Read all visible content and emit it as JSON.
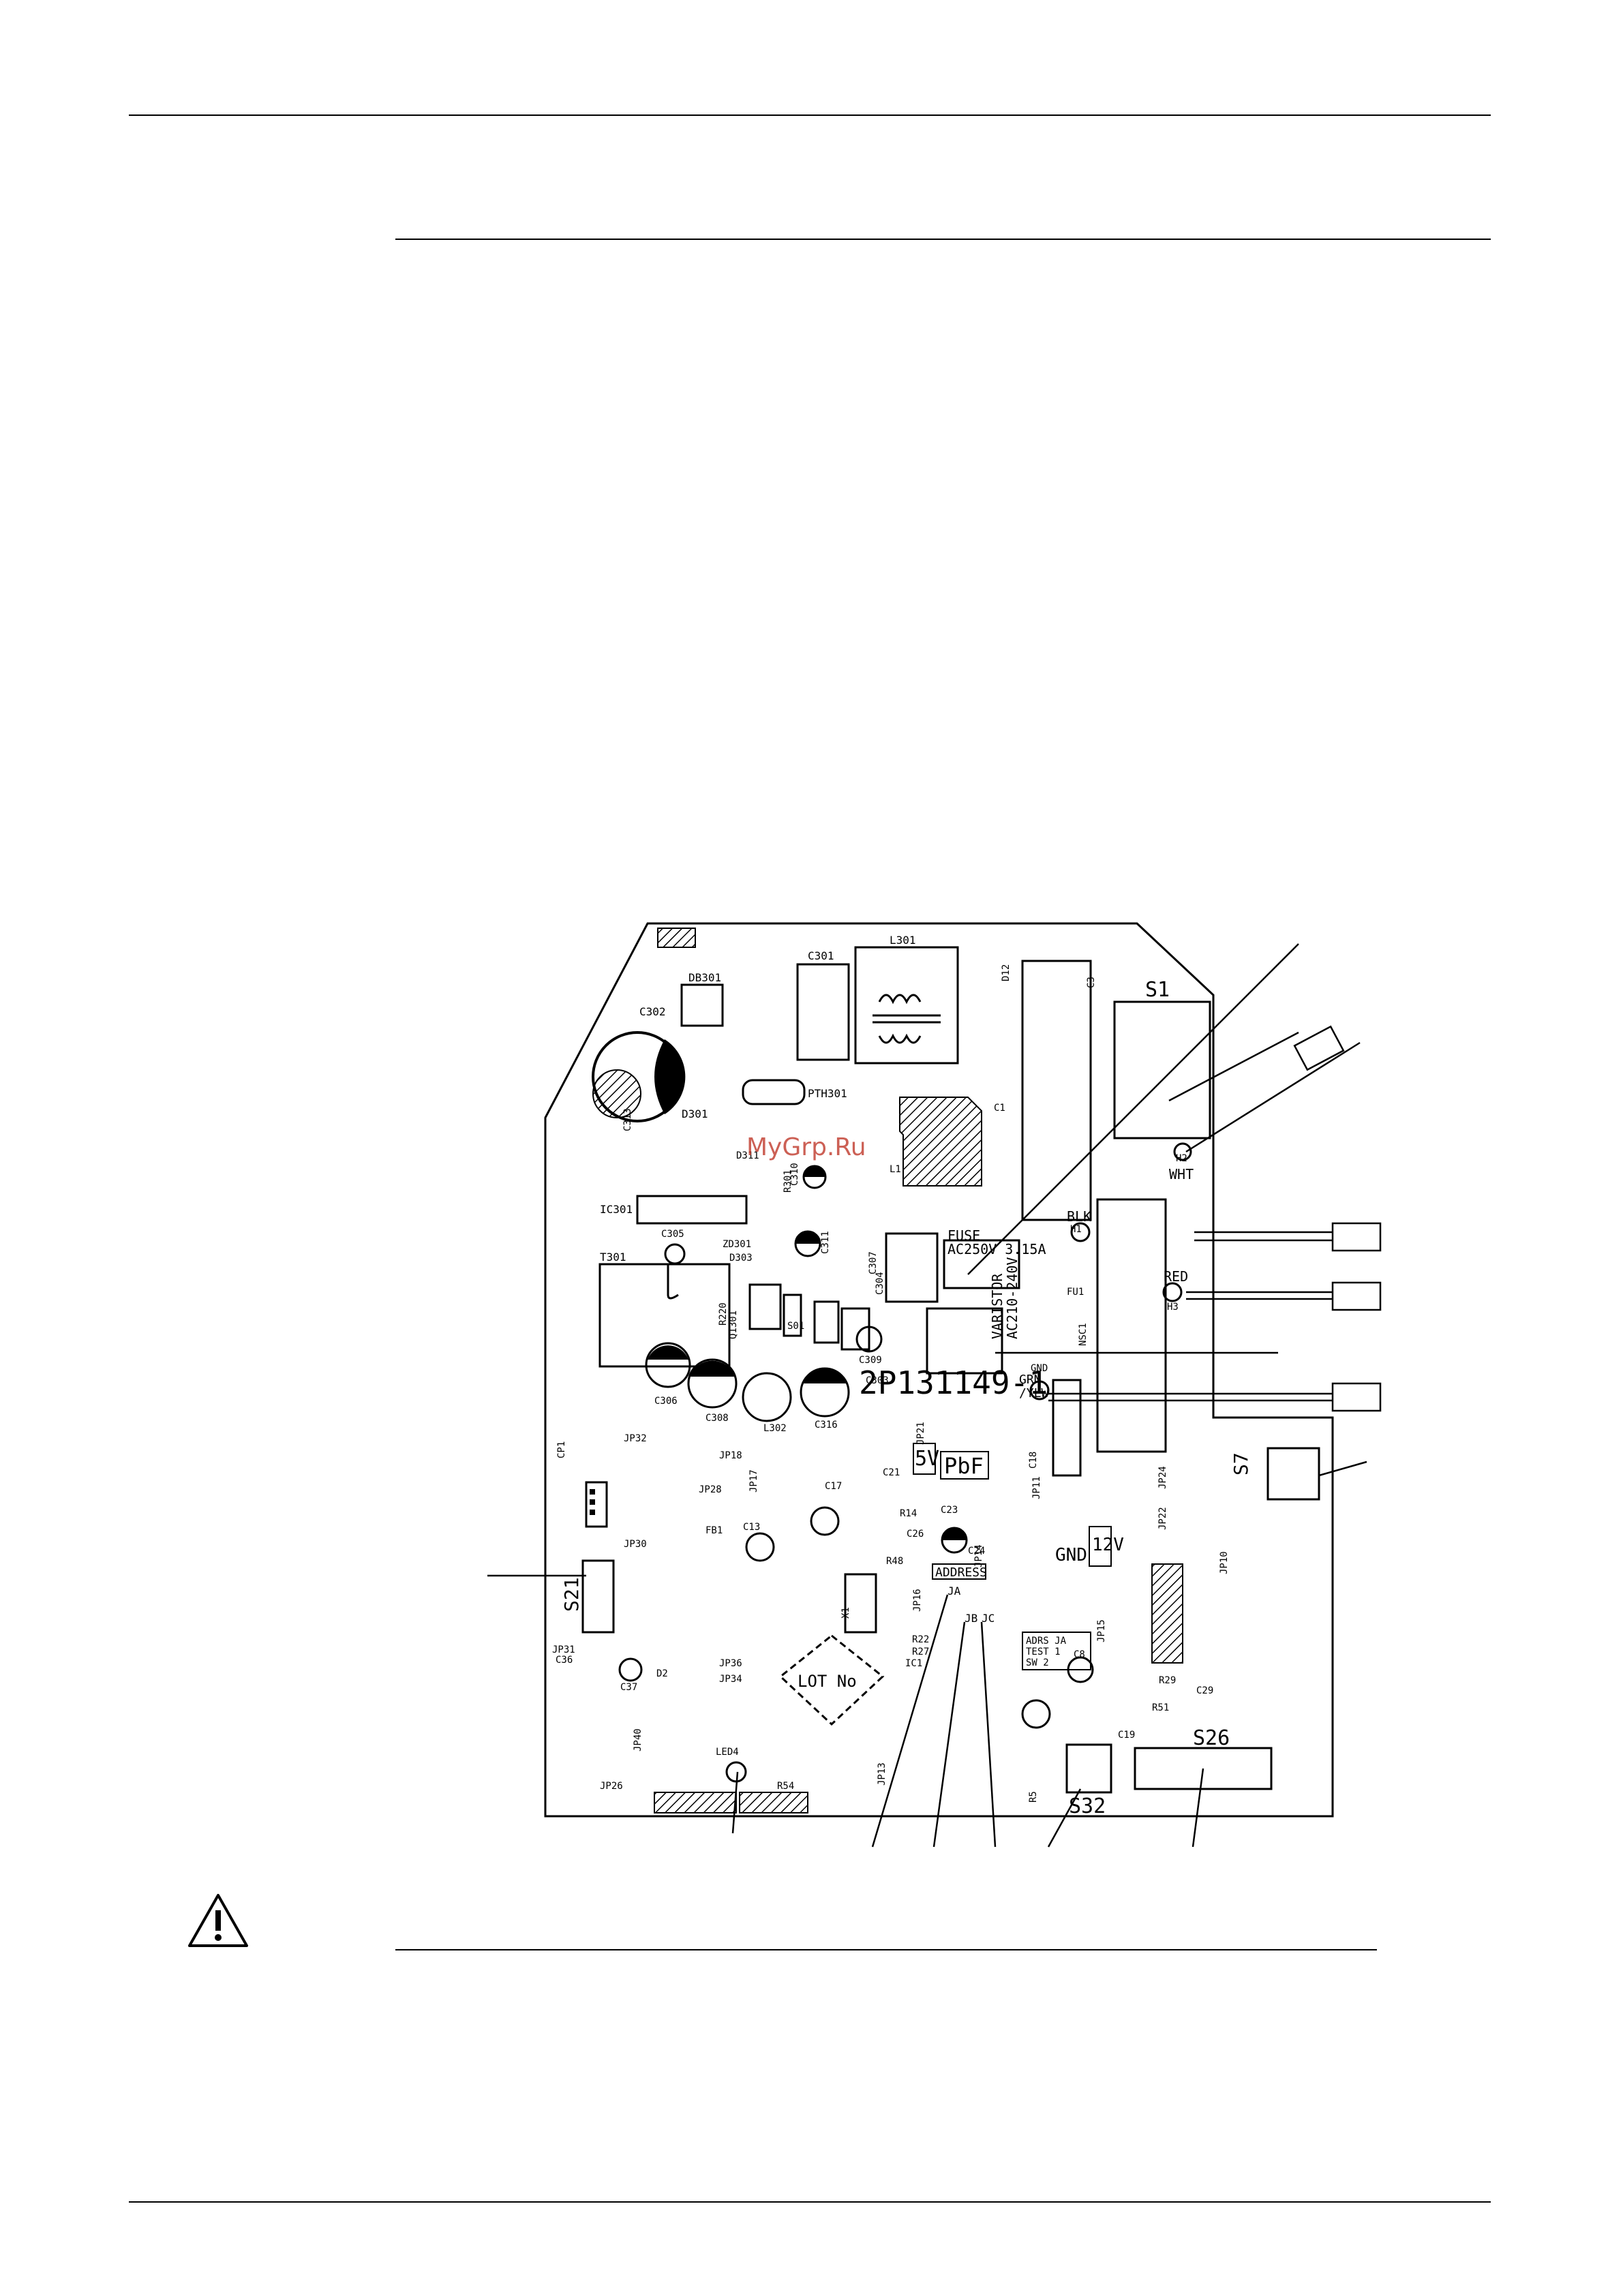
{
  "watermark": "MyGrp.Ru",
  "board": {
    "part_number": "2P131149-1",
    "lot_label": "LOT No",
    "pbf_mark": "PbF",
    "voltage_marks": [
      "5V",
      "12V"
    ],
    "gnd_mark": "GND",
    "address_label": "ADDRESS",
    "address_table": [
      "ADRS JA",
      "TEST 1",
      "SW 2"
    ],
    "address_jumpers": [
      "JA",
      "JB",
      "JC"
    ],
    "fuse": [
      "FUSE",
      "AC250V 3.15A"
    ],
    "varistor": [
      "VARISTOR",
      "AC210-240V"
    ],
    "connectors": {
      "s1": "S1",
      "s7": "S7",
      "s21": "S21",
      "s26": "S26",
      "s32": "S32"
    },
    "wires": {
      "wht": "WHT",
      "blk": "BLK",
      "red": "RED",
      "grn_ylw": [
        "GRN",
        "/YLW"
      ],
      "h1": "H1",
      "h2": "H2",
      "h3": "H3",
      "gnd": "GND"
    },
    "components": {
      "db301": "DB301",
      "c302": "C302",
      "c301": "C301",
      "l301": "L301",
      "pth301": "PTH301",
      "d301": "D301",
      "d311": "D311",
      "ic301": "IC301",
      "zd301": "ZD301",
      "d303": "D303",
      "t301": "T301",
      "c305": "C305",
      "c306": "C306",
      "c308": "C308",
      "l302": "L302",
      "c316": "C316",
      "c309": "C309",
      "c1": "C1",
      "l1": "L1",
      "fu1": "FU1",
      "nsc1": "NSC1",
      "c3": "C3",
      "ic1": "IC1",
      "x1": "X1",
      "c37": "C37",
      "d2": "D2",
      "c8": "C8",
      "c29": "C29",
      "r29": "R29",
      "r51": "R51",
      "c19": "C19",
      "c26": "C26",
      "c23": "C23",
      "c24": "C24",
      "c17": "C17",
      "c13": "C13",
      "fb1": "FB1",
      "jp40": "JP40",
      "jp26": "JP26",
      "jp31": "JP31",
      "jp11": "JP11",
      "jp13": "JP13",
      "jp22": "JP22",
      "jp24": "JP24",
      "jp10": "JP10",
      "jp15": "JP15",
      "jp36": "JP36",
      "jp34": "JP34",
      "jp30": "JP30",
      "jp32": "JP32",
      "jp28": "JP28",
      "jp18": "JP18",
      "jp17": "JP17",
      "jp21": "JP21",
      "jp16": "JP16",
      "jp14": "JP14",
      "r22": "R22",
      "r27": "R27",
      "cp1": "CP1",
      "led4": "LED4",
      "r54": "R54",
      "c18": "C18",
      "r14": "R14",
      "r48": "R48",
      "c21": "C21",
      "c304": "C304",
      "c307": "C307",
      "c313": "C313",
      "r220": "R220",
      "q1301": "Q1301",
      "c303": "C303",
      "c310": "C310",
      "c311": "C311",
      "r301": "R301",
      "s01": "S01",
      "c36": "C36",
      "r5": "R5",
      "d12": "D12"
    }
  }
}
